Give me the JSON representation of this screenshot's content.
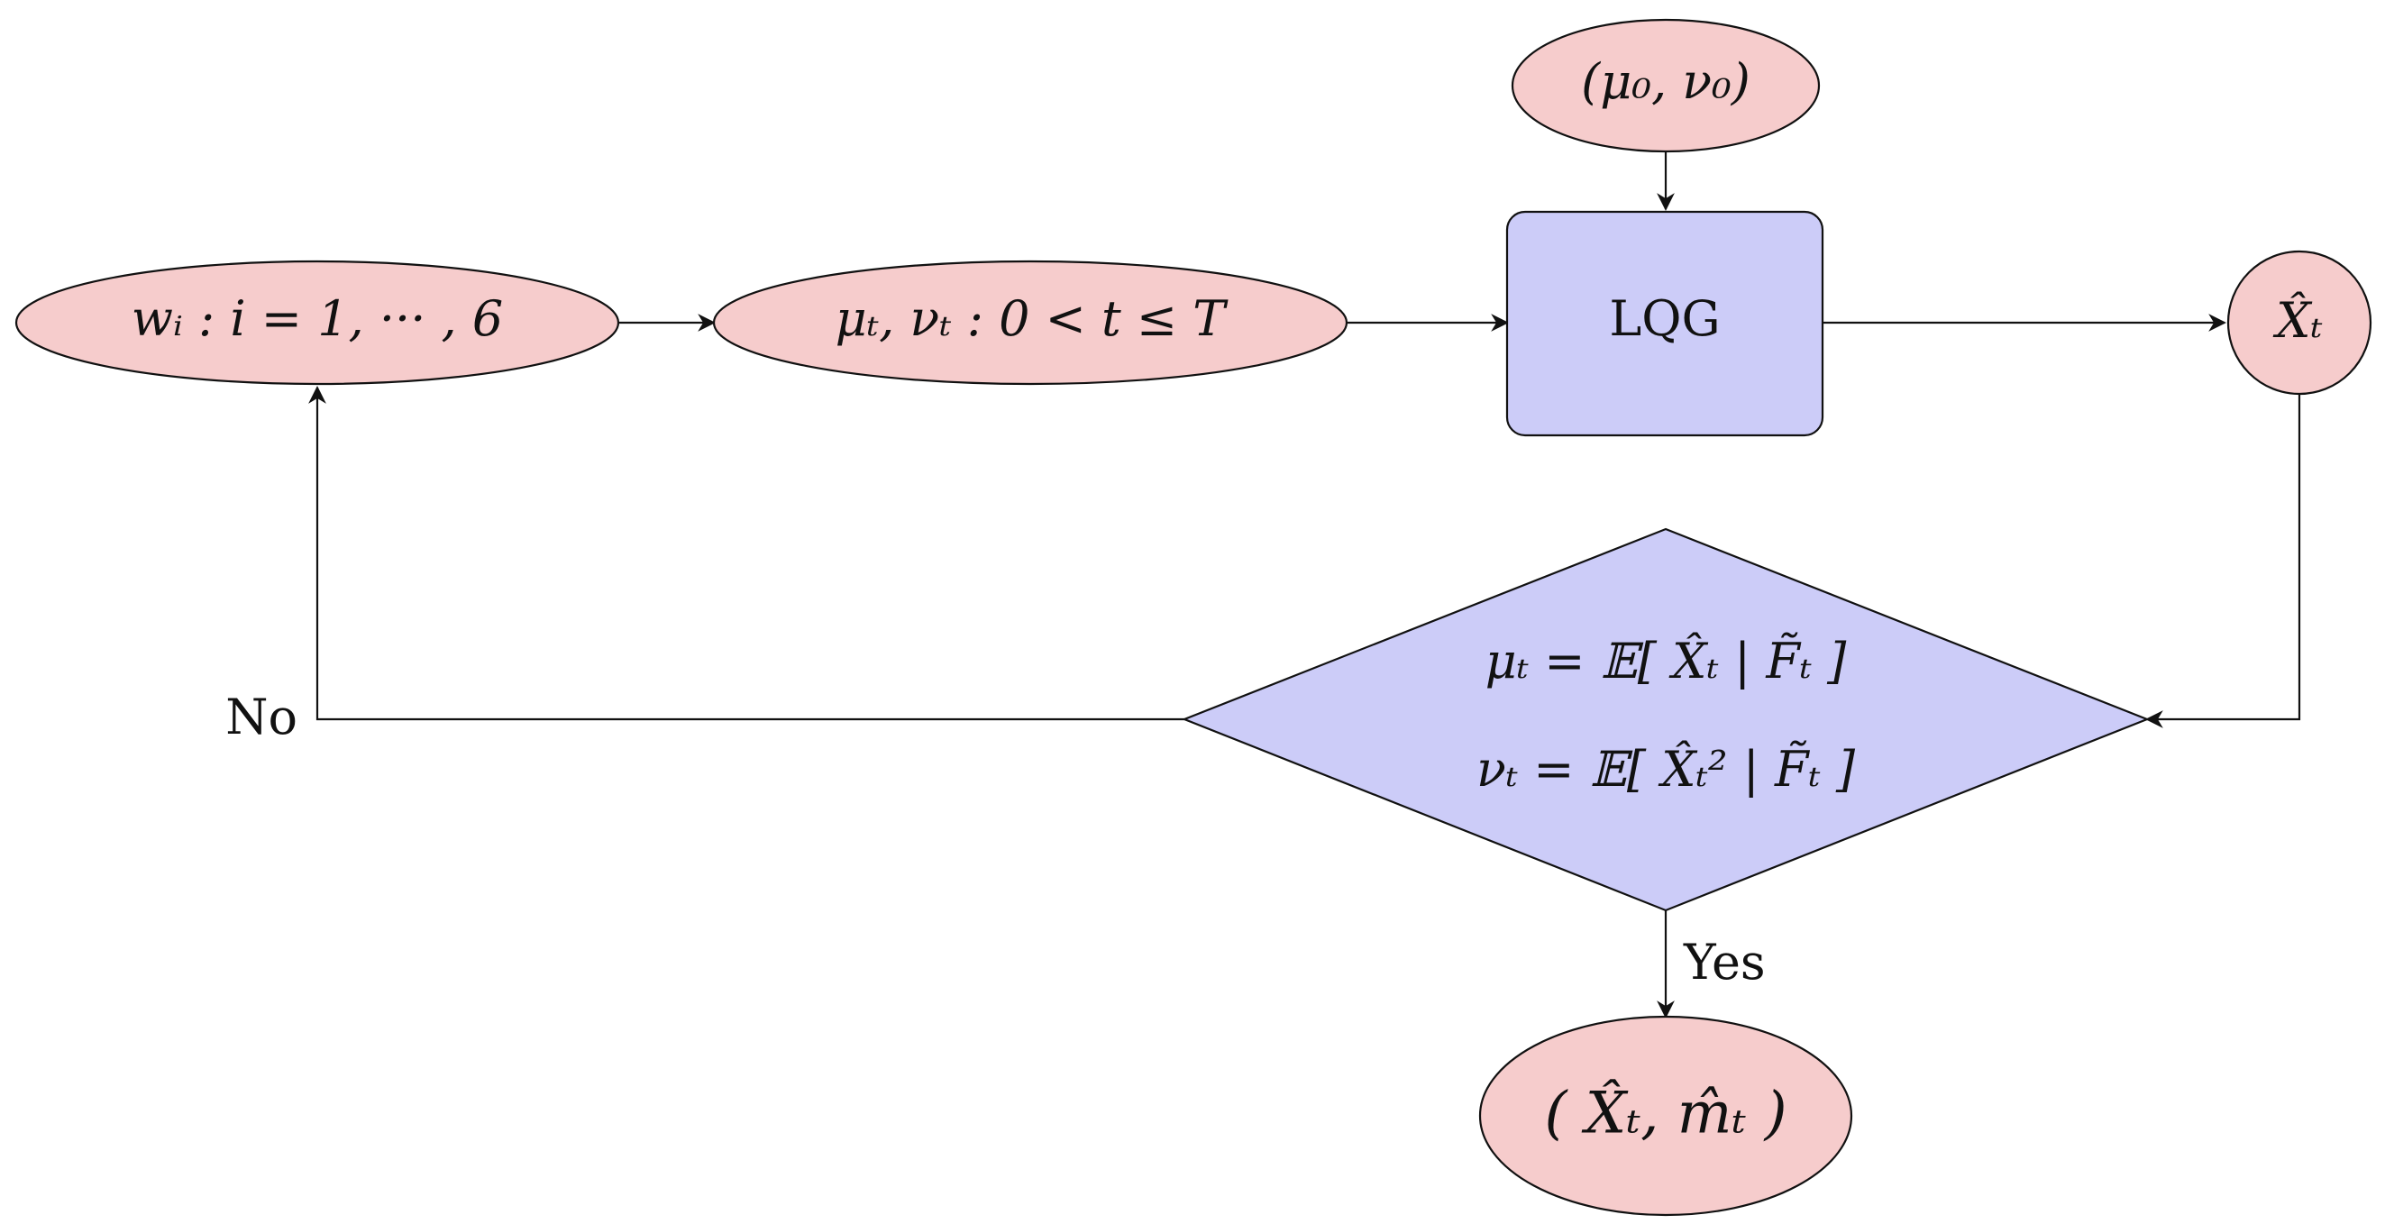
{
  "nodes": {
    "init_params": "(μ₀, ν₀)",
    "weights": "wᵢ : i = 1, ··· , 6",
    "params_t": "μₜ, νₜ : 0 < t ≤ T",
    "lqg": "LQG",
    "state_estimate": "X̂ₜ",
    "decision_mu": "μₜ = 𝔼[ X̂ₜ | F̃ₜ ]",
    "decision_nu": "νₜ = 𝔼[ X̂ₜ² | F̃ₜ ]",
    "output": "( X̂ₜ, m̂ₜ )"
  },
  "edge_labels": {
    "no": "No",
    "yes": "Yes"
  },
  "colors": {
    "ellipse_fill": "#f6cccc",
    "box_fill": "#ccccf8",
    "stroke": "#111111"
  }
}
